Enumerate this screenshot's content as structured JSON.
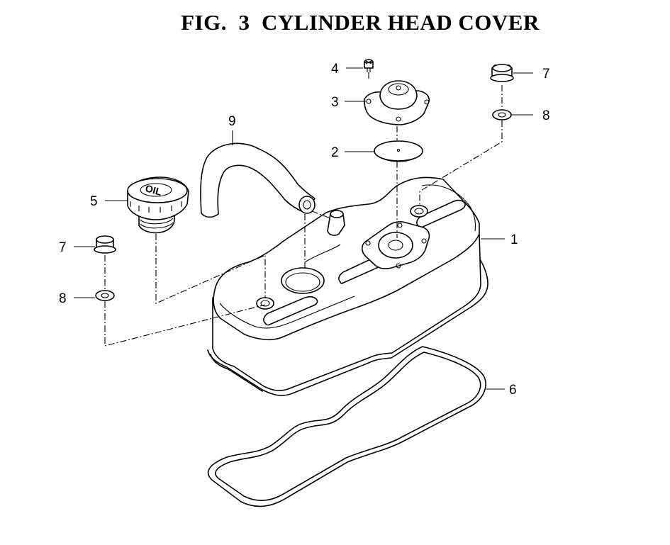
{
  "title": "FIG.  3  CYLINDER HEAD COVER",
  "cap_text": "OIL",
  "callouts": [
    "1",
    "2",
    "3",
    "4",
    "5",
    "6",
    "7",
    "8",
    "7",
    "8",
    "9"
  ]
}
